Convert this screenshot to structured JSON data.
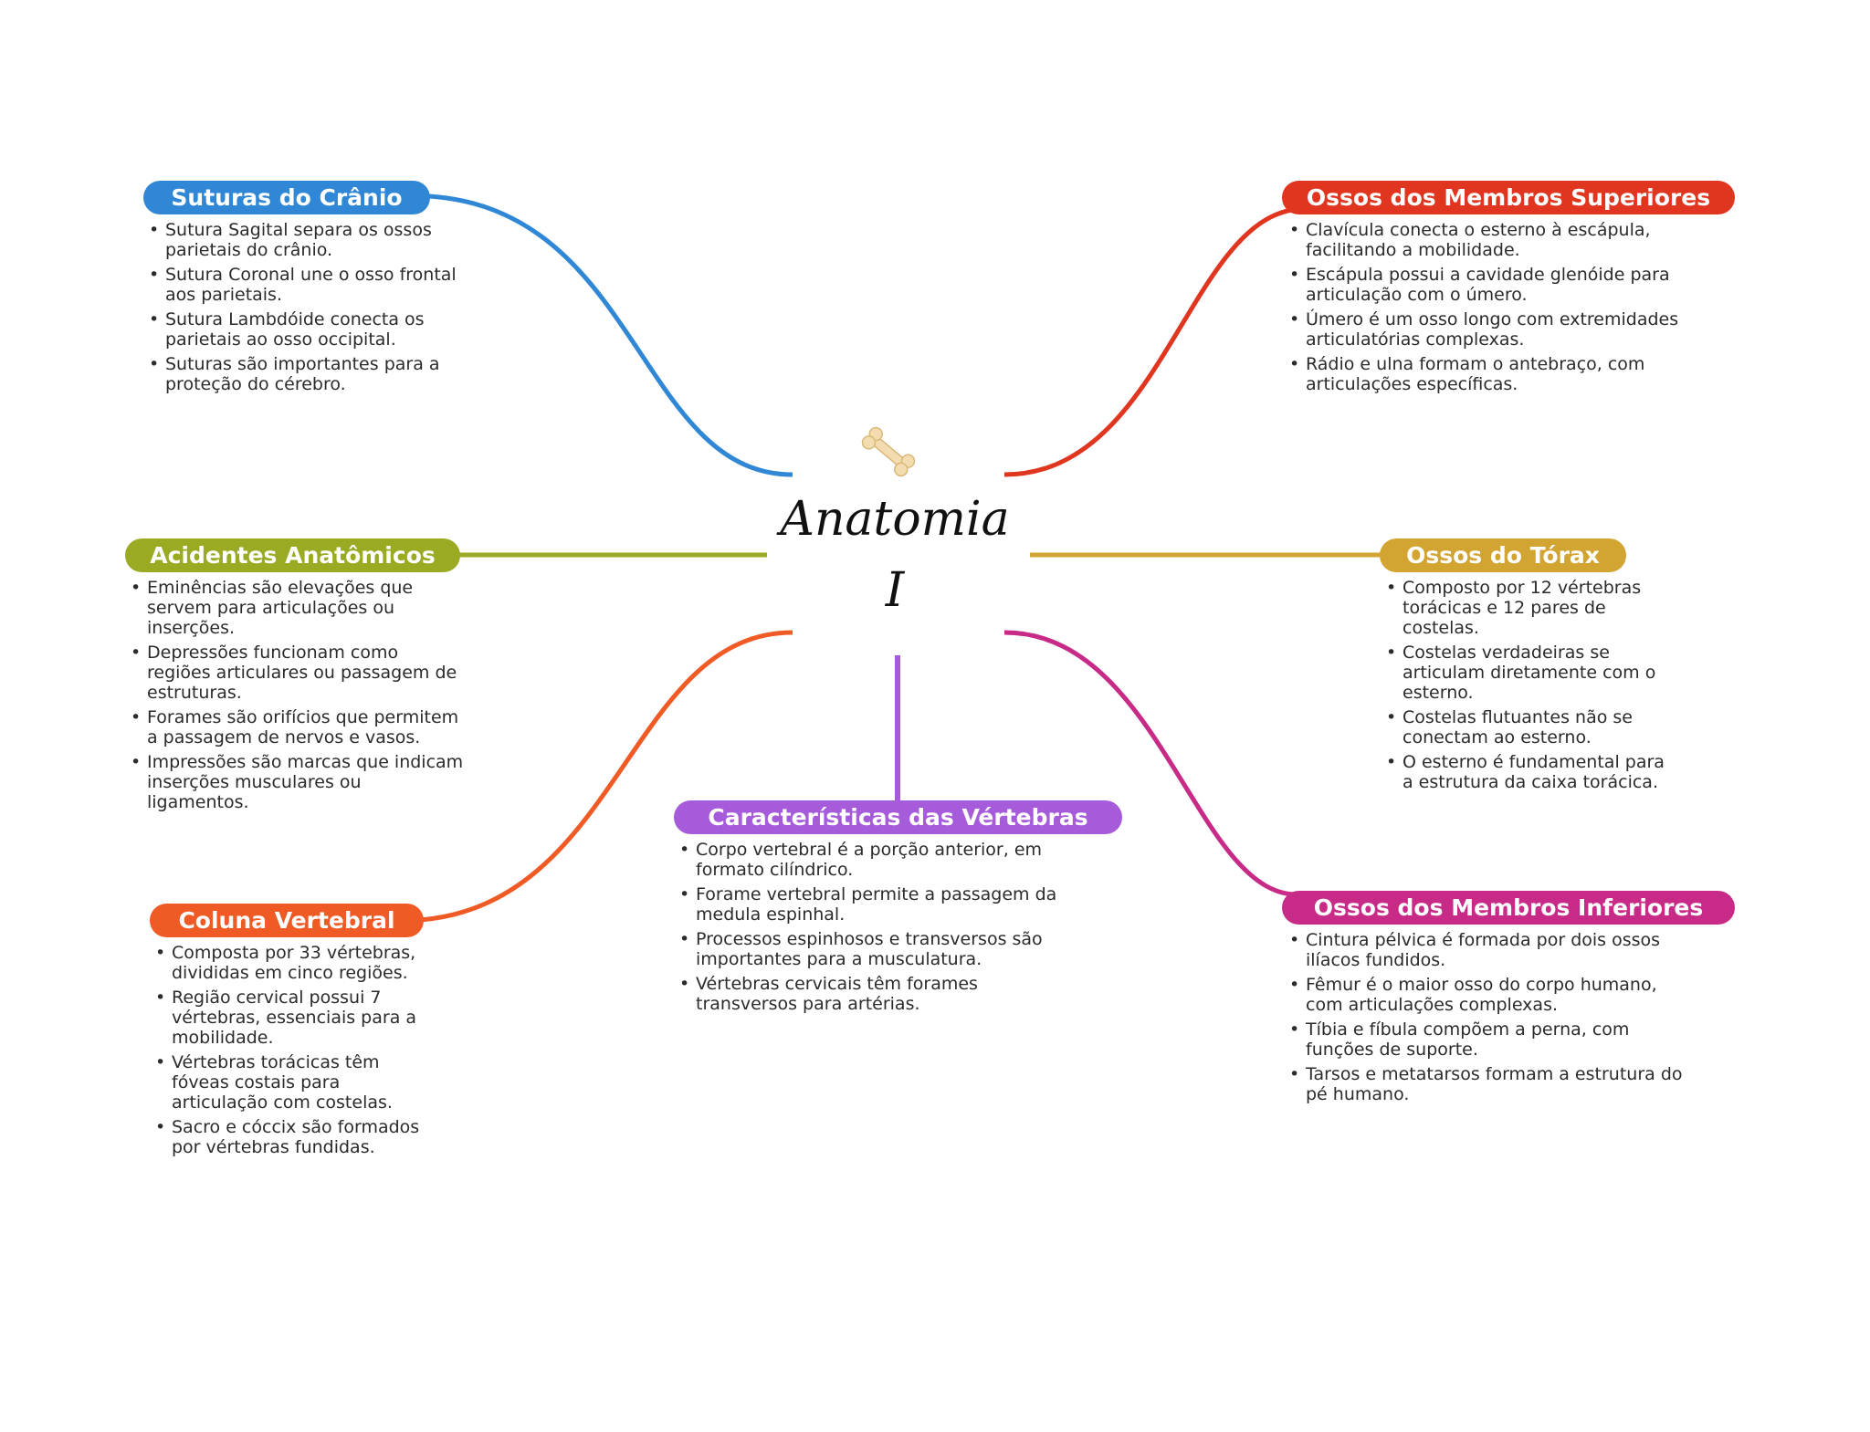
{
  "center": {
    "title_line1": "Anatomia",
    "title_line2": "I",
    "icon": "bone-icon"
  },
  "branches": {
    "suturas": {
      "title": "Suturas do Crânio",
      "color": "#2F87D6",
      "notes": [
        "Sutura Sagital separa os ossos parietais do crânio.",
        "Sutura Coronal une o osso frontal aos parietais.",
        "Sutura Lambdóide conecta os parietais ao osso occipital.",
        "Suturas são importantes para a proteção do cérebro."
      ]
    },
    "acidentes": {
      "title": "Acidentes Anatômicos",
      "color": "#9AAA22",
      "notes": [
        "Eminências são elevações que servem para articulações ou inserções.",
        "Depressões funcionam como regiões articulares ou passagem de estruturas.",
        "Forames são orifícios que permitem a passagem de nervos e vasos.",
        "Impressões são marcas que indicam inserções musculares ou ligamentos."
      ]
    },
    "coluna": {
      "title": "Coluna Vertebral",
      "color": "#F05A24",
      "notes": [
        "Composta por 33 vértebras, divididas em cinco regiões.",
        "Região cervical possui 7 vértebras, essenciais para a mobilidade.",
        "Vértebras torácicas têm fóveas costais para articulação com costelas.",
        "Sacro e cóccix são formados por vértebras fundidas."
      ]
    },
    "vertebras": {
      "title": "Características das Vértebras",
      "color": "#A65BDB",
      "notes": [
        "Corpo vertebral é a porção anterior, em formato cilíndrico.",
        "Forame vertebral permite a passagem da medula espinhal.",
        "Processos espinhosos e transversos são importantes para a musculatura.",
        "Vértebras cervicais têm forames transversos para artérias."
      ]
    },
    "superiores": {
      "title": "Ossos dos Membros Superiores",
      "color": "#E0351E",
      "notes": [
        "Clavícula conecta o esterno à escápula, facilitando a mobilidade.",
        "Escápula possui a cavidade glenóide para articulação com o úmero.",
        "Úmero é um osso longo com extremidades articulatórias complexas.",
        "Rádio e ulna formam o antebraço, com articulações específicas."
      ]
    },
    "torax": {
      "title": "Ossos do Tórax",
      "color": "#D2A431",
      "notes": [
        "Composto por 12 vértebras torácicas e 12 pares de costelas.",
        "Costelas verdadeiras se articulam diretamente com o esterno.",
        "Costelas flutuantes não se conectam ao esterno.",
        "O esterno é fundamental para a estrutura da caixa torácica."
      ]
    },
    "inferiores": {
      "title": "Ossos dos Membros Inferiores",
      "color": "#C72B87",
      "notes": [
        "Cintura pélvica é formada por dois ossos ilíacos fundidos.",
        "Fêmur é o maior osso do corpo humano, com articulações complexas.",
        "Tíbia e fíbula compõem a perna, com funções de suporte.",
        "Tarsos e metatarsos formam a estrutura do pé humano."
      ]
    }
  }
}
